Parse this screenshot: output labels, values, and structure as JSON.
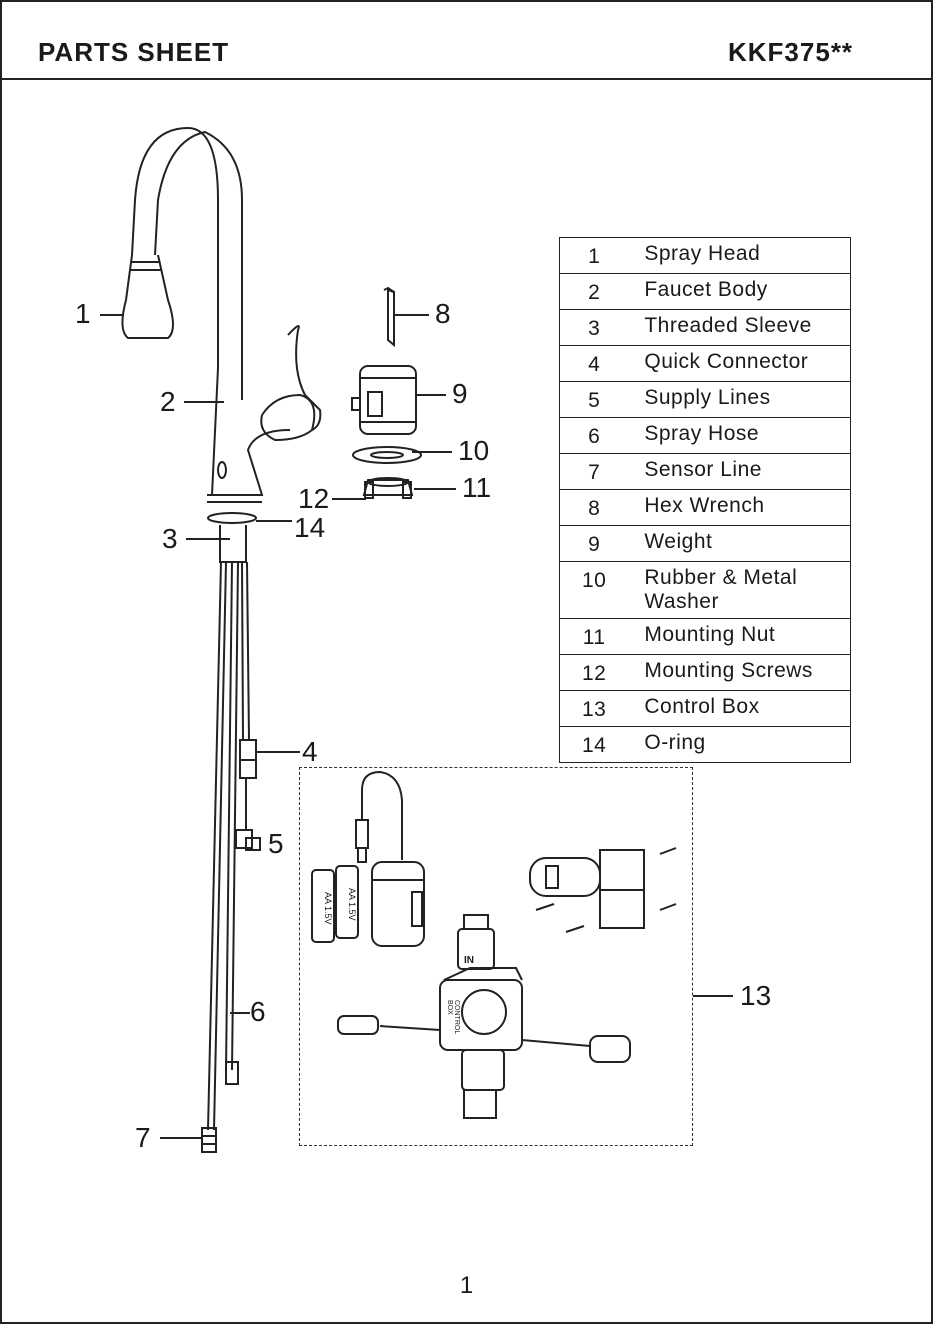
{
  "header": {
    "title": "PARTS SHEET",
    "model": "KKF375**"
  },
  "parts": [
    {
      "num": "1",
      "name": "Spray Head"
    },
    {
      "num": "2",
      "name": "Faucet Body"
    },
    {
      "num": "3",
      "name": "Threaded Sleeve"
    },
    {
      "num": "4",
      "name": "Quick Connector"
    },
    {
      "num": "5",
      "name": "Supply Lines"
    },
    {
      "num": "6",
      "name": "Spray Hose"
    },
    {
      "num": "7",
      "name": "Sensor Line"
    },
    {
      "num": "8",
      "name": "Hex Wrench"
    },
    {
      "num": "9",
      "name": "Weight"
    },
    {
      "num": "10",
      "name": "Rubber & Metal Washer"
    },
    {
      "num": "11",
      "name": "Mounting Nut"
    },
    {
      "num": "12",
      "name": "Mounting Screws"
    },
    {
      "num": "13",
      "name": "Control Box"
    },
    {
      "num": "14",
      "name": "O-ring"
    }
  ],
  "callouts": [
    "1",
    "2",
    "3",
    "4",
    "5",
    "6",
    "7",
    "8",
    "9",
    "10",
    "11",
    "12",
    "13",
    "14"
  ],
  "diagram_text": {
    "battery_label": "AA 1.5V",
    "in_label": "IN",
    "box_label": "CONTROL BOX"
  },
  "page_number": "1"
}
